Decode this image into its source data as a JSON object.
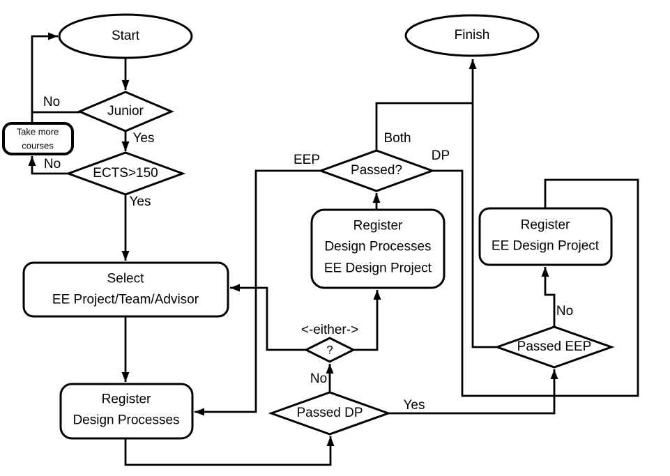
{
  "diagram_type": "flowchart",
  "colors": {
    "stroke": "#000000",
    "background": "#ffffff",
    "text": "#000000"
  },
  "nodes": {
    "start": {
      "type": "terminator",
      "label": "Start"
    },
    "junior": {
      "type": "decision",
      "label": "Junior"
    },
    "take_more_courses": {
      "type": "process",
      "label": "Take more\ncourses"
    },
    "ects": {
      "type": "decision",
      "label": "ECTS>150"
    },
    "select_project": {
      "type": "process",
      "label": "Select\nEE Project/Team/Advisor"
    },
    "register_dp": {
      "type": "process",
      "label": "Register\nDesign Processes"
    },
    "passed_dp": {
      "type": "decision",
      "label": "Passed DP"
    },
    "either_q": {
      "type": "decision",
      "label": "?",
      "note": "<-either->"
    },
    "register_dp_eedp": {
      "type": "process",
      "label": "Register\nDesign Processes\nEE Design Project"
    },
    "passed_q": {
      "type": "decision",
      "label": "Passed?"
    },
    "register_eedp": {
      "type": "process",
      "label": "Register\nEE Design Project"
    },
    "passed_eep": {
      "type": "decision",
      "label": "Passed EEP"
    },
    "finish": {
      "type": "terminator",
      "label": "Finish"
    }
  },
  "edges": [
    {
      "from": "start",
      "to": "junior",
      "label": ""
    },
    {
      "from": "junior",
      "to": "ects",
      "label": "Yes"
    },
    {
      "from": "junior",
      "to": "start",
      "label": "No"
    },
    {
      "from": "ects",
      "to": "take_more_courses",
      "label": "No"
    },
    {
      "from": "take_more_courses",
      "to": "start",
      "label": ""
    },
    {
      "from": "ects",
      "to": "select_project",
      "label": "Yes"
    },
    {
      "from": "select_project",
      "to": "register_dp",
      "label": ""
    },
    {
      "from": "register_dp",
      "to": "passed_dp",
      "label": ""
    },
    {
      "from": "passed_dp",
      "to": "either_q",
      "label": "No"
    },
    {
      "from": "passed_dp",
      "to": "passed_eep",
      "label": "Yes"
    },
    {
      "from": "either_q",
      "to": "select_project",
      "label": ""
    },
    {
      "from": "either_q",
      "to": "register_dp_eedp",
      "label": ""
    },
    {
      "from": "register_dp_eedp",
      "to": "passed_q",
      "label": ""
    },
    {
      "from": "passed_q",
      "to": "register_dp",
      "label": "EEP"
    },
    {
      "from": "passed_q",
      "to": "finish",
      "label": "Both"
    },
    {
      "from": "passed_q",
      "to": "register_eedp",
      "label": "DP"
    },
    {
      "from": "passed_eep",
      "to": "register_eedp",
      "label": "No"
    },
    {
      "from": "passed_eep",
      "to": "finish",
      "label": ""
    }
  ]
}
